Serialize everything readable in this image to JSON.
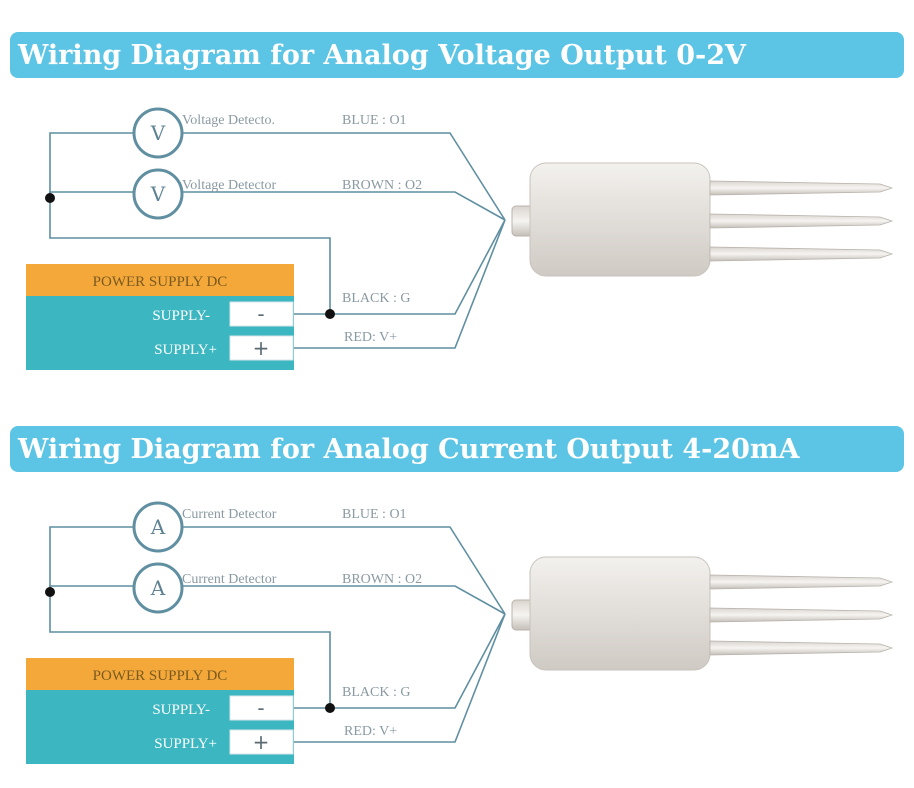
{
  "diagrams": [
    {
      "title": "Wiring Diagram for Analog Voltage Output 0-2V",
      "meters": [
        {
          "symbol": "V",
          "label": "Voltage Detecto."
        },
        {
          "symbol": "V",
          "label": "Voltage Detector"
        }
      ],
      "wires": {
        "o1": "BLUE : O1",
        "o2": "BROWN : O2",
        "g": "BLACK : G",
        "v": "RED: V+"
      },
      "power_supply": {
        "title": "POWER SUPPLY DC",
        "minus_label": "SUPPLY-",
        "plus_label": "SUPPLY+",
        "minus_sign": "-",
        "plus_sign": "+"
      }
    },
    {
      "title": "Wiring Diagram for Analog Current Output 4-20mA",
      "meters": [
        {
          "symbol": "A",
          "label": "Current Detector"
        },
        {
          "symbol": "A",
          "label": "Current Detector"
        }
      ],
      "wires": {
        "o1": "BLUE : O1",
        "o2": "BROWN : O2",
        "g": "BLACK : G",
        "v": "RED: V+"
      },
      "power_supply": {
        "title": "POWER SUPPLY DC",
        "minus_label": "SUPPLY-",
        "plus_label": "SUPPLY+",
        "minus_sign": "-",
        "plus_sign": "+"
      }
    }
  ],
  "colors": {
    "title_bar": "#5cc4e4",
    "power_header": "#f4a83a",
    "power_body": "#3cb6c0",
    "wire": "#5f8fa1",
    "sensor_body": "#e4e0dc"
  }
}
